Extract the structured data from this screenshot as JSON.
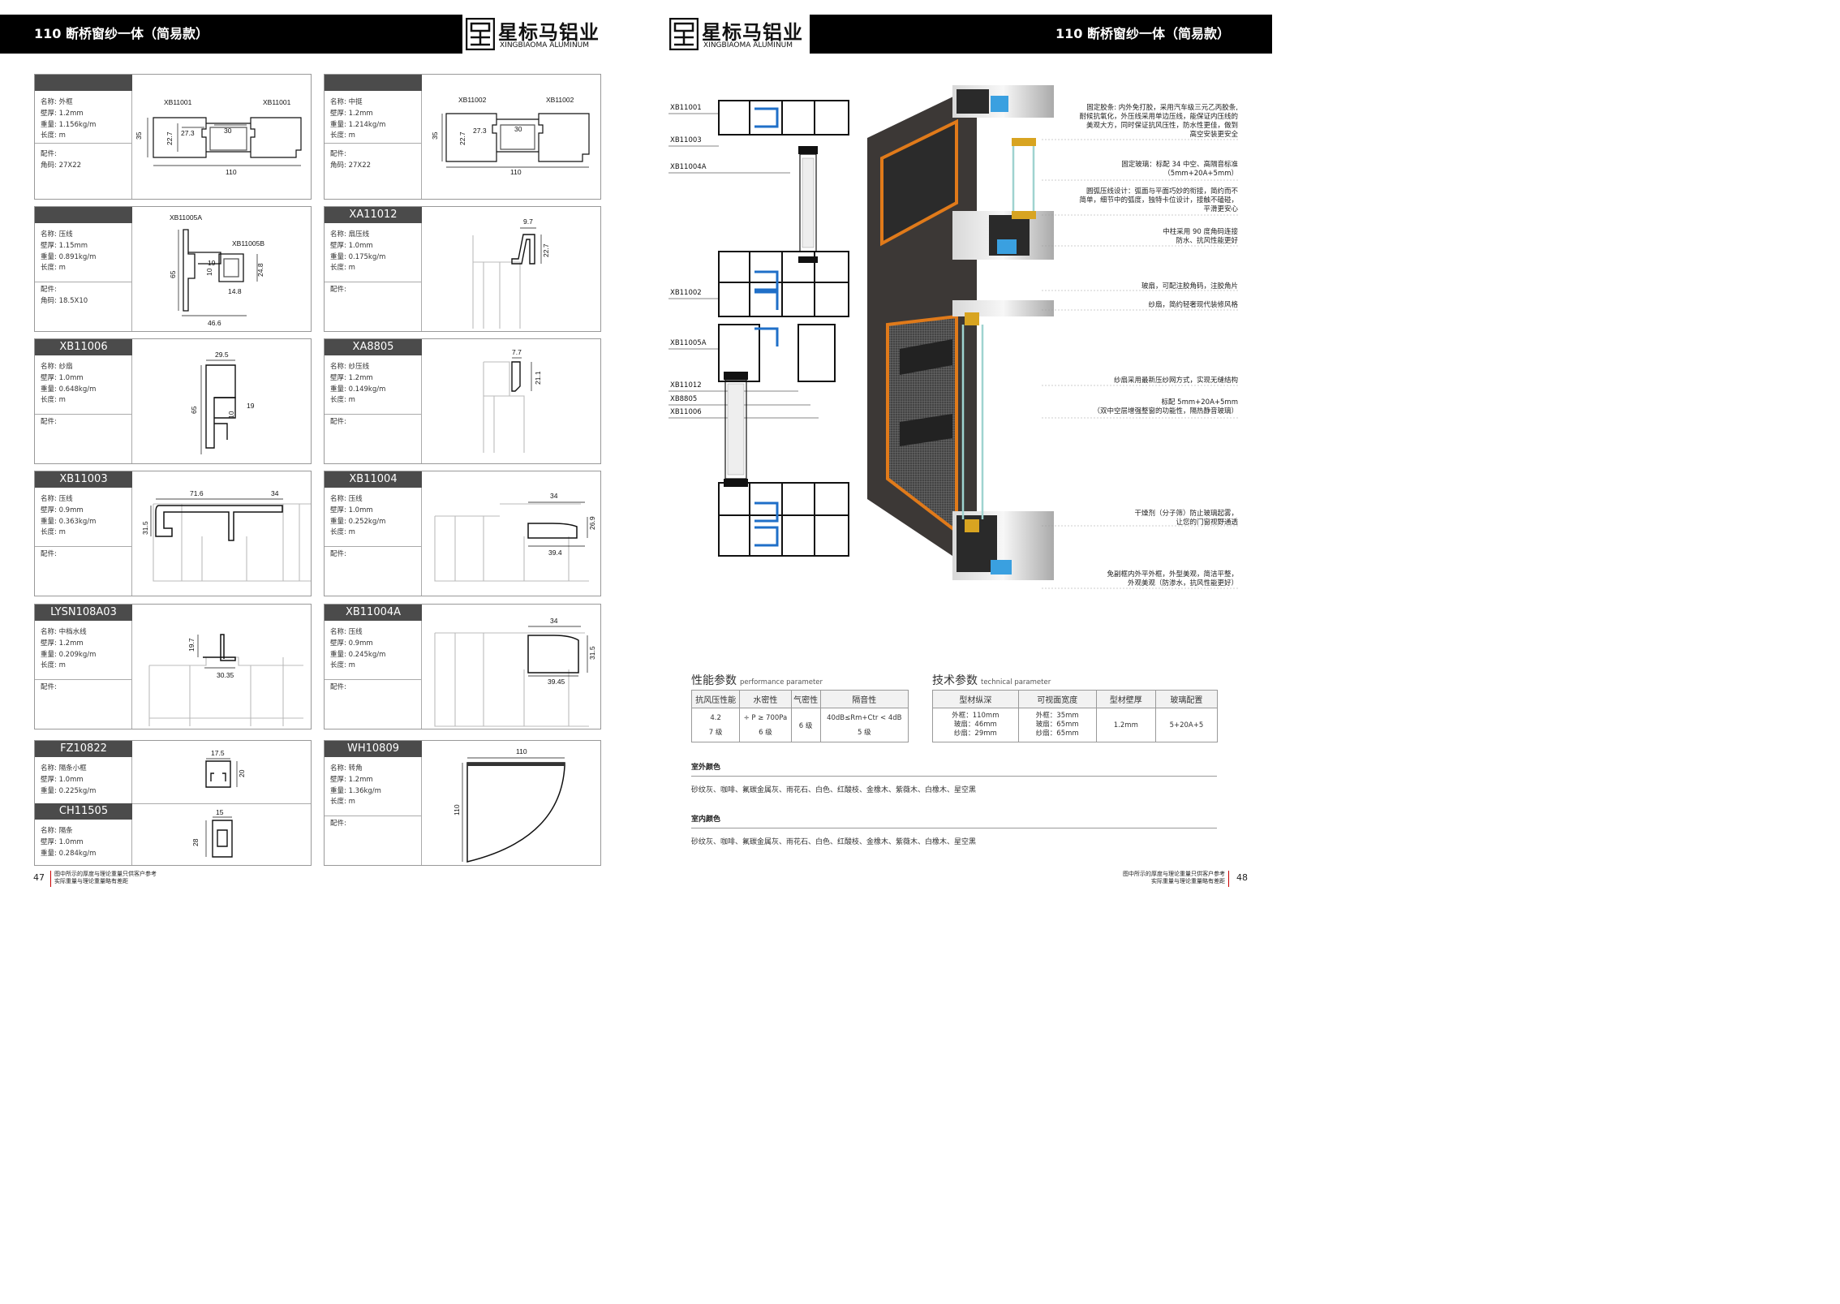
{
  "left": {
    "header": "110 断桥窗纱一体（简易款）",
    "brand_cn": "星标马铝业",
    "brand_en": "XINGBIAOMA ALUMINUM",
    "page_number": "47",
    "footnote": [
      "图中所示的厚度与理论重量只供客户参考",
      "实际重量与理论重量略有差距"
    ],
    "cards": [
      {
        "title": "",
        "info": [
          "名称: 外框",
          "壁厚: 1.2mm",
          "重量: 1.156kg/m",
          "长度: m"
        ],
        "acc": [
          "配件:",
          "角码: 27X22"
        ],
        "dims": [
          "XB11001",
          "XB11001",
          "35",
          "22.7",
          "27.3",
          "30",
          "110"
        ]
      },
      {
        "title": "",
        "info": [
          "名称: 中挺",
          "壁厚: 1.2mm",
          "重量: 1.214kg/m",
          "长度: m"
        ],
        "acc": [
          "配件:",
          "角码: 27X22"
        ],
        "dims": [
          "XB11002",
          "XB11002",
          "35",
          "22.7",
          "27.3",
          "30",
          "110"
        ]
      },
      {
        "title": "",
        "info": [
          "名称: 压线",
          "壁厚: 1.15mm",
          "重量: 0.891kg/m",
          "长度: m"
        ],
        "acc": [
          "配件:",
          "角码: 18.5X10"
        ],
        "dims": [
          "XB11005A",
          "XB11005B",
          "65",
          "19",
          "10",
          "24.8",
          "14.8",
          "46.6"
        ]
      },
      {
        "title": "XA11012",
        "info": [
          "名称: 扇压线",
          "壁厚: 1.0mm",
          "重量: 0.175kg/m",
          "长度: m"
        ],
        "acc": [
          "配件:"
        ],
        "dims": [
          "9.7",
          "22.7"
        ]
      },
      {
        "title": "XB11006",
        "info": [
          "名称: 纱扇",
          "壁厚: 1.0mm",
          "重量: 0.648kg/m",
          "长度: m"
        ],
        "acc": [
          "配件:"
        ],
        "dims": [
          "29.5",
          "65",
          "19",
          "10"
        ]
      },
      {
        "title": "XA8805",
        "info": [
          "名称: 纱压线",
          "壁厚: 1.2mm",
          "重量: 0.149kg/m",
          "长度: m"
        ],
        "acc": [
          "配件:"
        ],
        "dims": [
          "7.7",
          "21.1"
        ]
      },
      {
        "title": "XB11003",
        "info": [
          "名称: 压线",
          "壁厚: 0.9mm",
          "重量: 0.363kg/m",
          "长度: m"
        ],
        "acc": [
          "配件:"
        ],
        "dims": [
          "71.6",
          "34",
          "31.5"
        ]
      },
      {
        "title": "XB11004",
        "info": [
          "名称: 压线",
          "壁厚: 1.0mm",
          "重量: 0.252kg/m",
          "长度: m"
        ],
        "acc": [
          "配件:"
        ],
        "dims": [
          "34",
          "26.9",
          "39.4"
        ]
      },
      {
        "title": "LYSN108A03",
        "info": [
          "名称: 中档水线",
          "壁厚: 1.2mm",
          "重量: 0.209kg/m",
          "长度: m"
        ],
        "acc": [
          "配件:"
        ],
        "dims": [
          "19.7",
          "30.35"
        ]
      },
      {
        "title": "XB11004A",
        "info": [
          "名称: 压线",
          "壁厚: 0.9mm",
          "重量: 0.245kg/m",
          "长度: m"
        ],
        "acc": [
          "配件:"
        ],
        "dims": [
          "34",
          "31.5",
          "39.45"
        ]
      },
      {
        "title": "FZ10822",
        "info": [
          "名称: 隔条小框",
          "壁厚: 1.0mm",
          "重量: 0.225kg/m"
        ],
        "acc": [],
        "dims": [
          "17.5",
          "20"
        ],
        "title2": "CH11505",
        "info2": [
          "名称: 隔条",
          "壁厚: 1.0mm",
          "重量: 0.284kg/m"
        ],
        "dims2": [
          "15",
          "28"
        ]
      },
      {
        "title": "WH10809",
        "info": [
          "名称: 转角",
          "壁厚: 1.2mm",
          "重量: 1.36kg/m",
          "长度: m"
        ],
        "acc": [
          "配件:"
        ],
        "dims": [
          "110",
          "110"
        ]
      }
    ]
  },
  "right": {
    "header": "110 断桥窗纱一体（简易款）",
    "brand_cn": "星标马铝业",
    "brand_en": "XINGBIAOMA ALUMINUM",
    "page_number": "48",
    "footnote": [
      "图中所示的厚度与理论重量只供客户参考",
      "实际重量与理论重量略有差距"
    ],
    "codes": [
      "XB11001",
      "XB11003",
      "XB11004A",
      "XB11002",
      "XB11005A",
      "XB11012",
      "XB8805",
      "XB11006"
    ],
    "features": [
      [
        "固定胶条: 内外免打胶，采用汽车级三元乙丙胶条,",
        "耐候抗氧化，外压线采用单边压线，能保证内压线的",
        "美观大方，同时保证抗风压性，防水性更佳，做到",
        "高空安装更安全"
      ],
      [
        "固定玻璃：标配 34 中空、高隔音标准",
        "（5mm+20A+5mm）"
      ],
      [
        "圆弧压线设计：弧面与平面巧妙的衔接，简约而不",
        "简单，细节中的弧度，独特卡位设计，接触不磕碰，",
        "平滑更安心"
      ],
      [
        "中柱采用 90 度角码连接",
        "防水、抗风性能更好"
      ],
      [
        "玻扇，可配注胶角码，注胶角片"
      ],
      [
        "纱扇，简约轻奢现代装修风格"
      ],
      [
        "纱扇采用最新压纱网方式，实现无缝结构"
      ],
      [
        "标配 5mm+20A+5mm",
        "（双中空层增强整窗的功能性，隔热静音玻璃）"
      ],
      [
        "干燥剂（分子筛）防止玻璃起雾，",
        "让您的门窗视野通透"
      ],
      [
        "免副框内外平外框，外型美观，简洁平整，",
        "外观美观（防渗水，抗风性能更好）"
      ]
    ],
    "performance": {
      "title": "性能参数",
      "subtitle": "performance parameter",
      "headers": [
        "抗风压性能",
        "水密性",
        "气密性",
        "隔音性"
      ],
      "row1": [
        "4.2",
        "÷ P ≥ 700Pa",
        "6 级",
        "40dB≤Rm+Ctr < 4dB"
      ],
      "row2": [
        "7 级",
        "6 级",
        "",
        "5 级"
      ]
    },
    "technical": {
      "title": "技术参数",
      "subtitle": "technical parameter",
      "headers": [
        "型材纵深",
        "可视面宽度",
        "型材壁厚",
        "玻璃配置"
      ],
      "depth": [
        "外框：110mm",
        "玻扇：46mm",
        "纱扇：29mm"
      ],
      "width": [
        "外框：35mm",
        "玻扇：65mm",
        "纱扇：65mm"
      ],
      "thick": "1.2mm",
      "glass": "5+20A+5"
    },
    "outdoor_title": "室外颜色",
    "outdoor_colors": "砂纹灰、咖啡、氟碳金属灰、雨花石、白色、红酸枝、金橡木、紫薇木、白橡木、星空黑",
    "indoor_title": "室内颜色",
    "indoor_colors": "砂纹灰、咖啡、氟碳金属灰、雨花石、白色、红酸枝、金橡木、紫薇木、白橡木、星空黑"
  }
}
